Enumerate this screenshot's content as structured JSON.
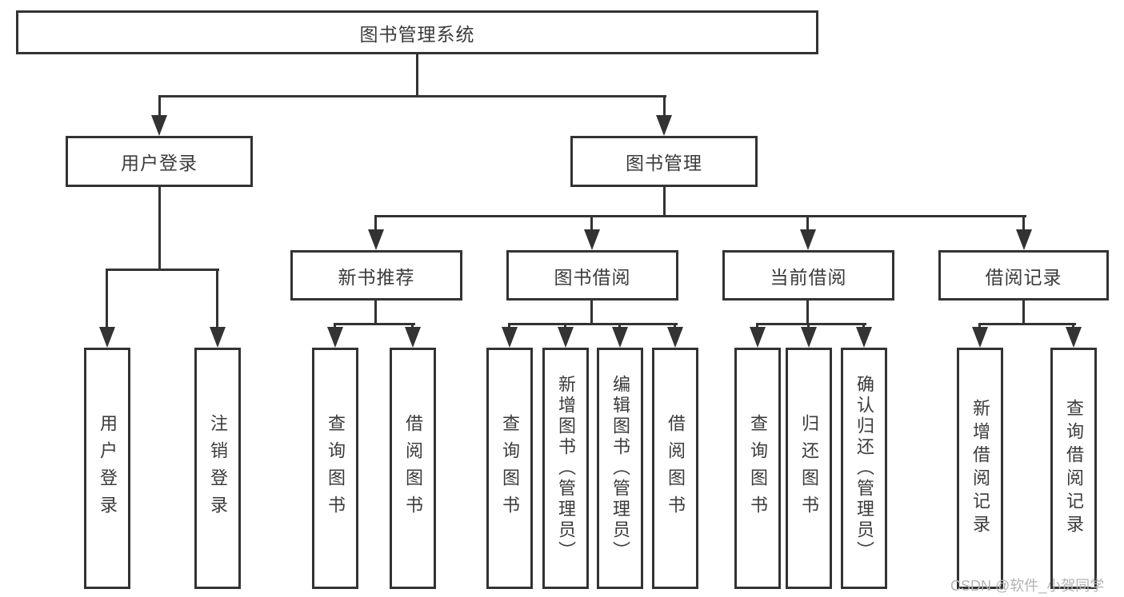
{
  "diagram": {
    "root": {
      "label": "图书管理系统"
    },
    "branches": [
      {
        "label": "用户登录",
        "children": [
          {
            "label": "用户登录"
          },
          {
            "label": "注销登录"
          }
        ]
      },
      {
        "label": "图书管理",
        "children": [
          {
            "label": "新书推荐",
            "children": [
              {
                "label": "查询图书"
              },
              {
                "label": "借阅图书"
              }
            ]
          },
          {
            "label": "图书借阅",
            "children": [
              {
                "label": "查询图书"
              },
              {
                "label": "新增图书（管理员）"
              },
              {
                "label": "编辑图书（管理员）"
              },
              {
                "label": "借阅图书"
              }
            ]
          },
          {
            "label": "当前借阅",
            "children": [
              {
                "label": "查询图书"
              },
              {
                "label": "归还图书"
              },
              {
                "label": "确认归还（管理员）"
              }
            ]
          },
          {
            "label": "借阅记录",
            "children": [
              {
                "label": "新增借阅记录"
              },
              {
                "label": "查询借阅记录"
              }
            ]
          }
        ]
      }
    ]
  },
  "watermark": {
    "text": "CSDN @软件_小贺同学"
  },
  "colors": {
    "line": "#333333",
    "text": "#3b3b3b",
    "watermark": "#b3b3b3",
    "background": "#ffffff"
  }
}
